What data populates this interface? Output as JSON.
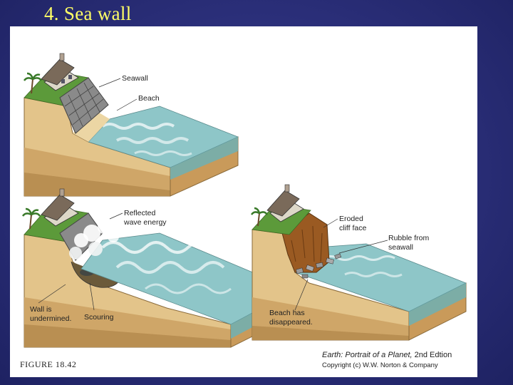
{
  "slide": {
    "title": "4. Sea wall"
  },
  "diagram": {
    "top_panel": {
      "seawall_label": "Seawall",
      "beach_label": "Beach"
    },
    "bottom_left_panel": {
      "reflected_label_line1": "Reflected",
      "reflected_label_line2": "wave energy",
      "undermined_line1": "Wall is",
      "undermined_line2": "undermined.",
      "scouring_label": "Scouring"
    },
    "bottom_right_panel": {
      "eroded_line1": "Eroded",
      "eroded_line2": "cliff face",
      "rubble_line1": "Rubble from",
      "rubble_line2": "seawall",
      "beach_gone_line1": "Beach has",
      "beach_gone_line2": "disappeared."
    },
    "figure_number": "FIGURE 18.42",
    "credit_title": "Earth: Portrait of a Planet,",
    "credit_edition": " 2nd Edtion",
    "copyright": "Copyright (c) W.W. Norton & Company"
  },
  "colors": {
    "background": "#2a2e78",
    "title": "#ffff66",
    "sand": "#e3c48a",
    "sand_dark": "#c99a5a",
    "water": "#8ec6c8",
    "water_side": "#6fb0b4",
    "grass": "#5c9a3a",
    "seawall": "#8a8a8a",
    "cliff": "#9a5a22"
  }
}
